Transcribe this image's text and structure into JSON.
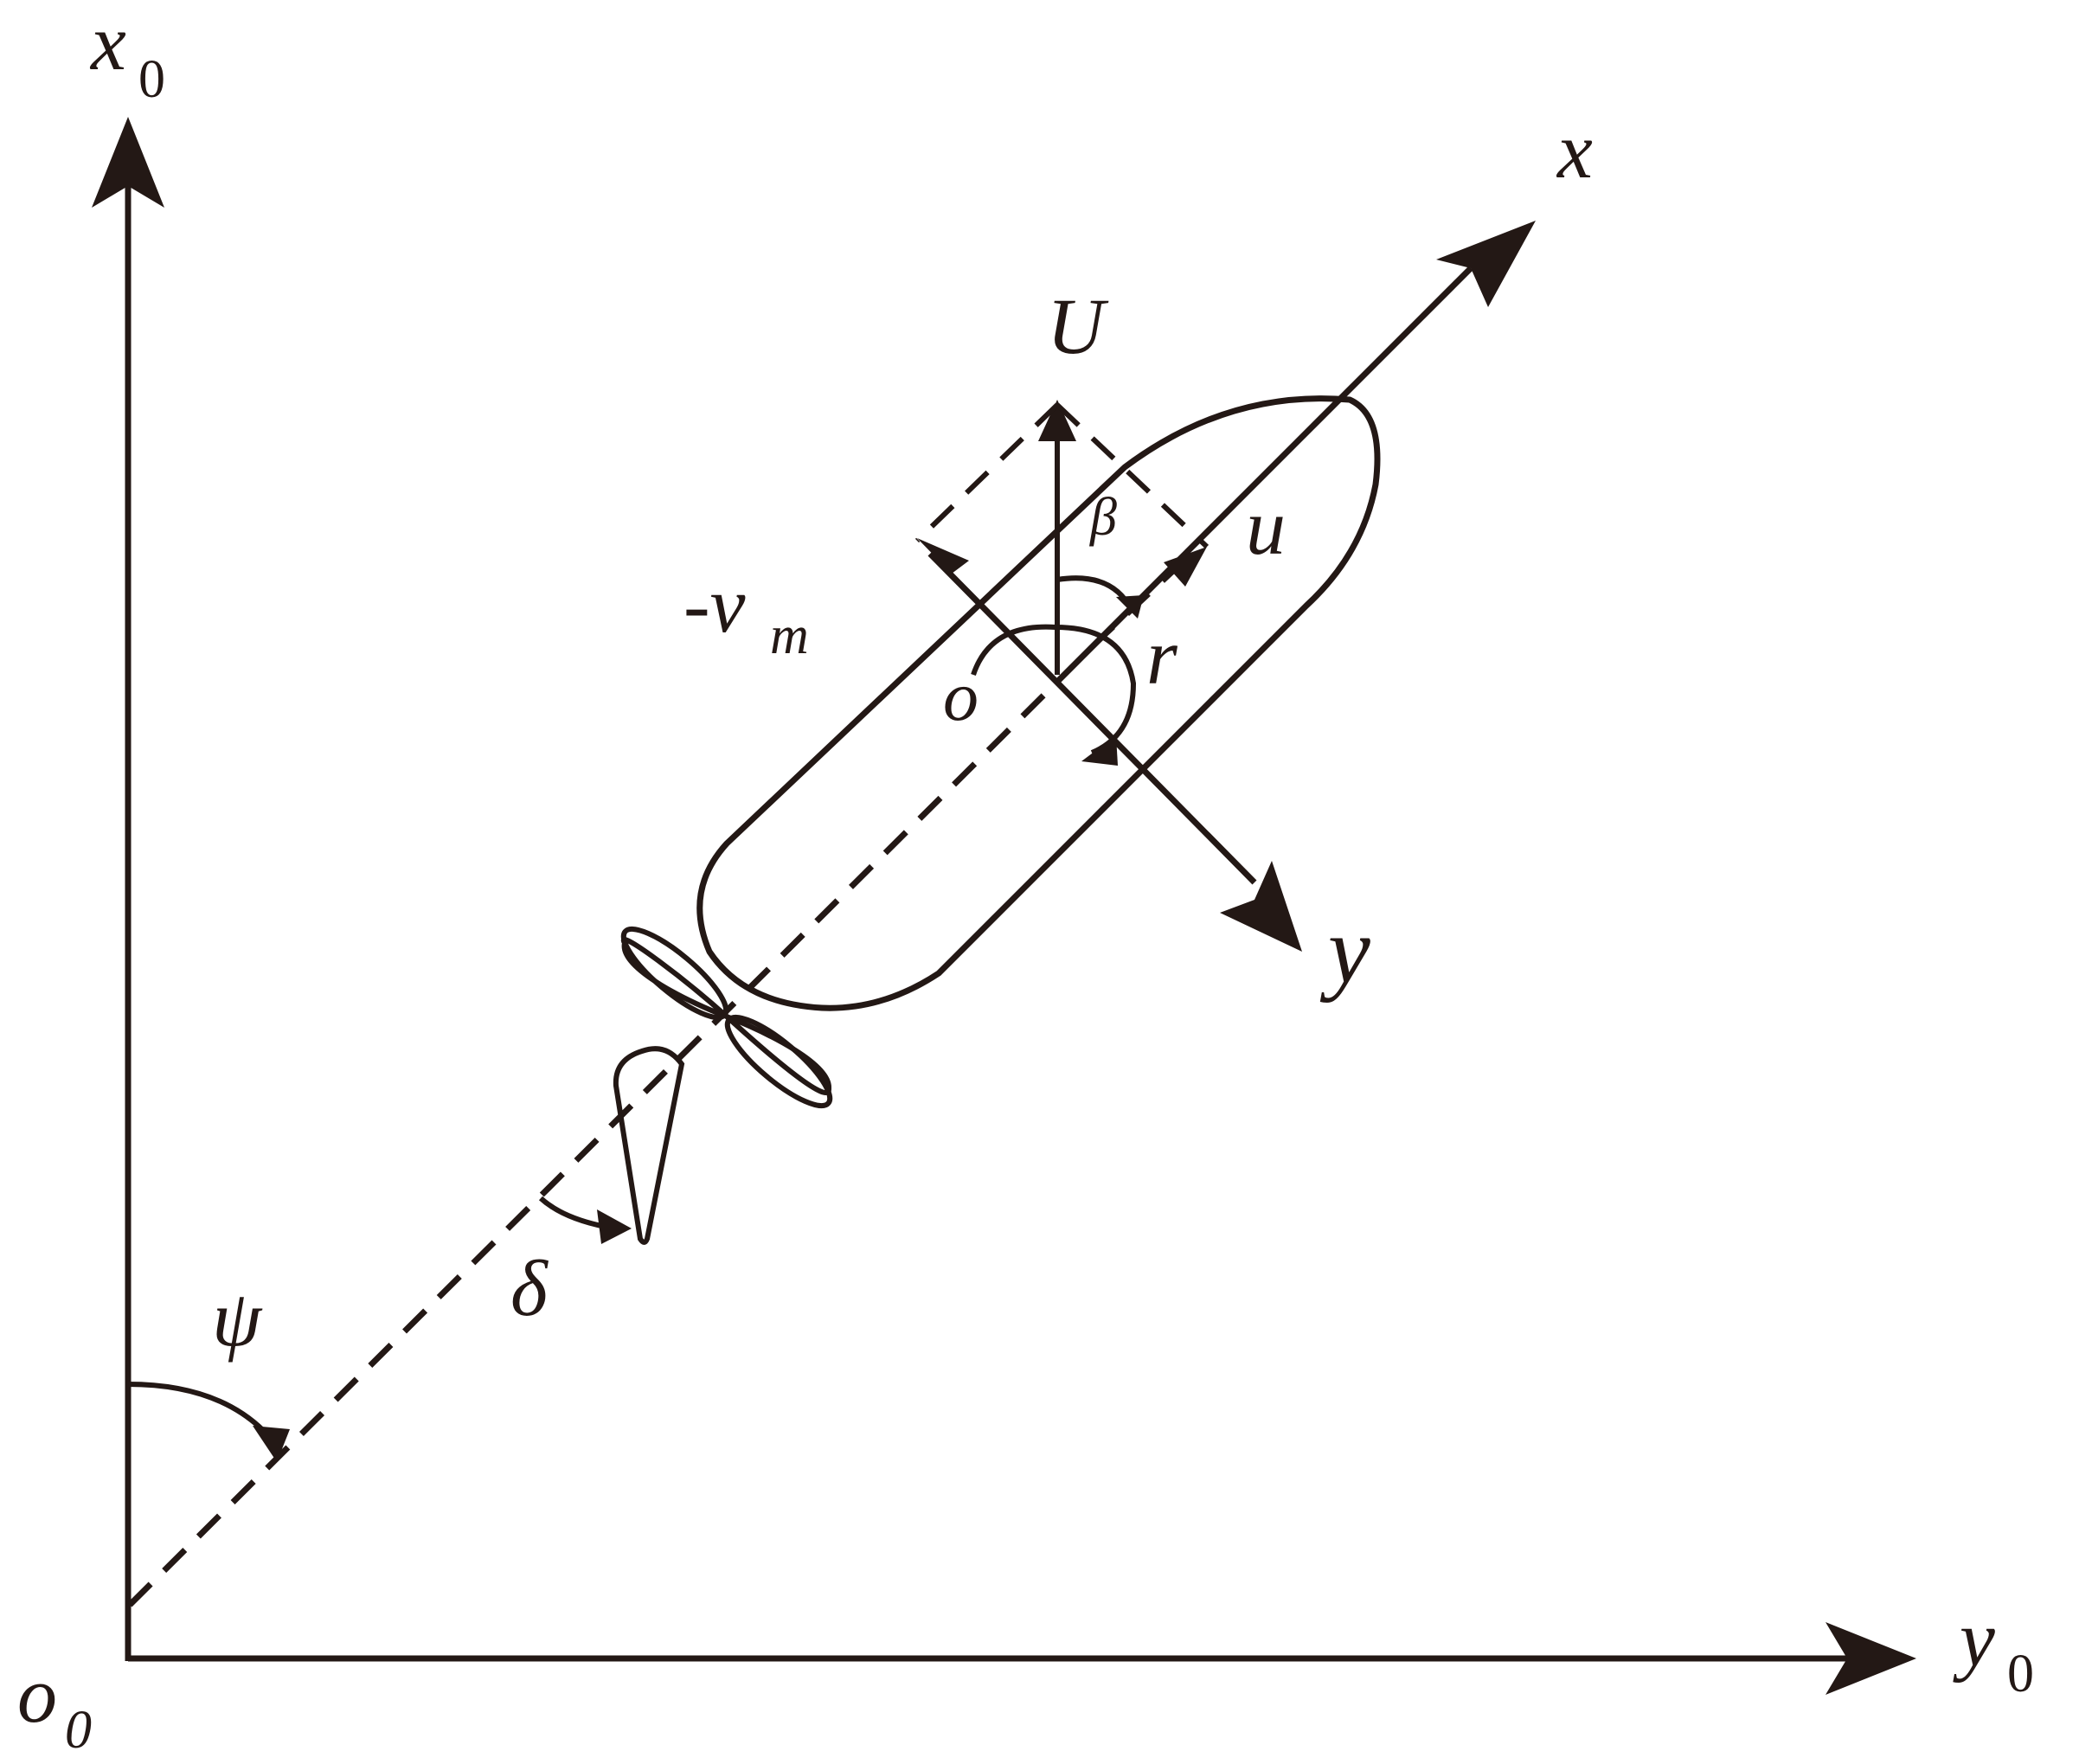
{
  "labels": {
    "earth_x": "x",
    "earth_x_sub": "0",
    "earth_y": "y",
    "earth_y_sub": "0",
    "earth_origin": "o",
    "earth_origin_sub": "0",
    "body_x": "x",
    "body_y": "y",
    "body_origin": "o",
    "U": "U",
    "u": "u",
    "beta": "β",
    "neg_v": "-v",
    "neg_v_sub": "m",
    "r": "r",
    "delta": "δ",
    "psi": "ψ"
  },
  "colors": {
    "ink": "#231815",
    "background": "#ffffff"
  }
}
